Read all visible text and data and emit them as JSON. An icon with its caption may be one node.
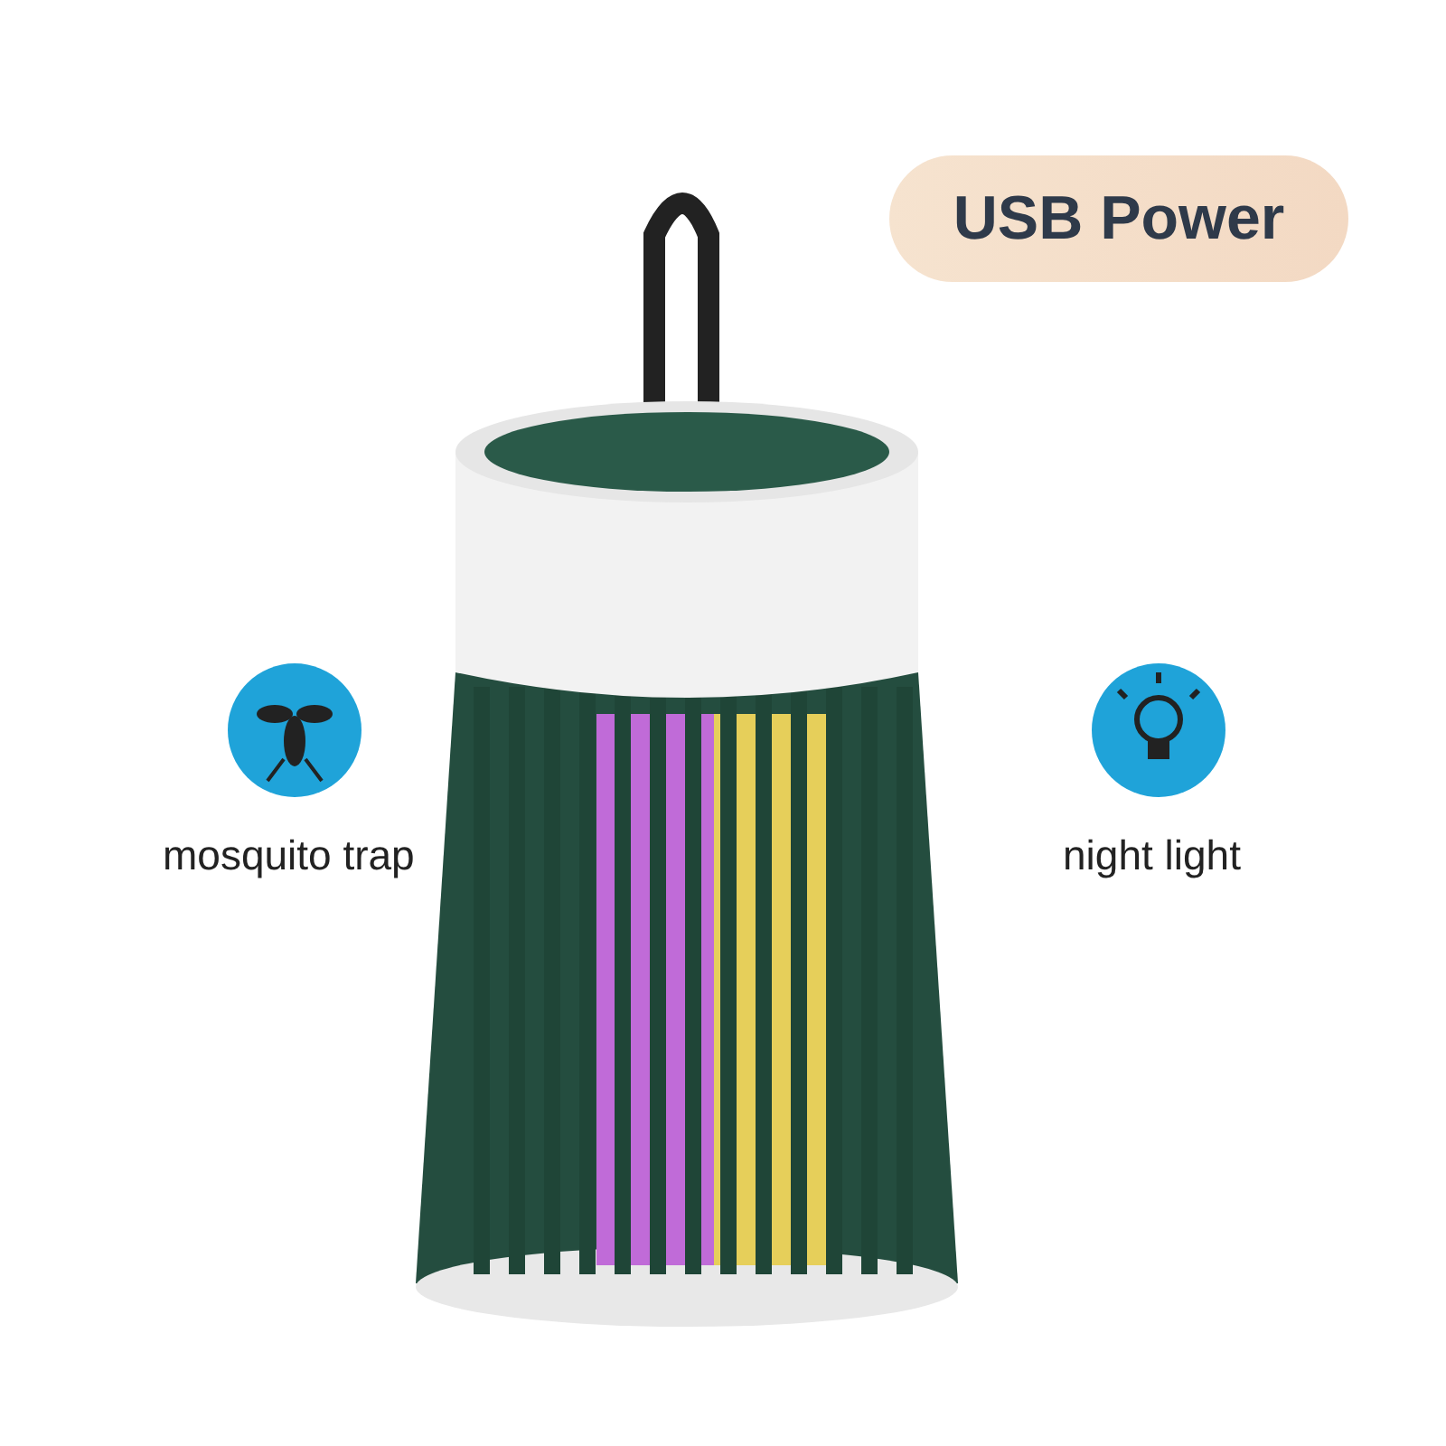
{
  "diagram": {
    "nodes": [
      {
        "text": [
          "USB Power"
        ]
      }
    ],
    "labels": [
      "mosquito trap",
      "night light"
    ]
  }
}
